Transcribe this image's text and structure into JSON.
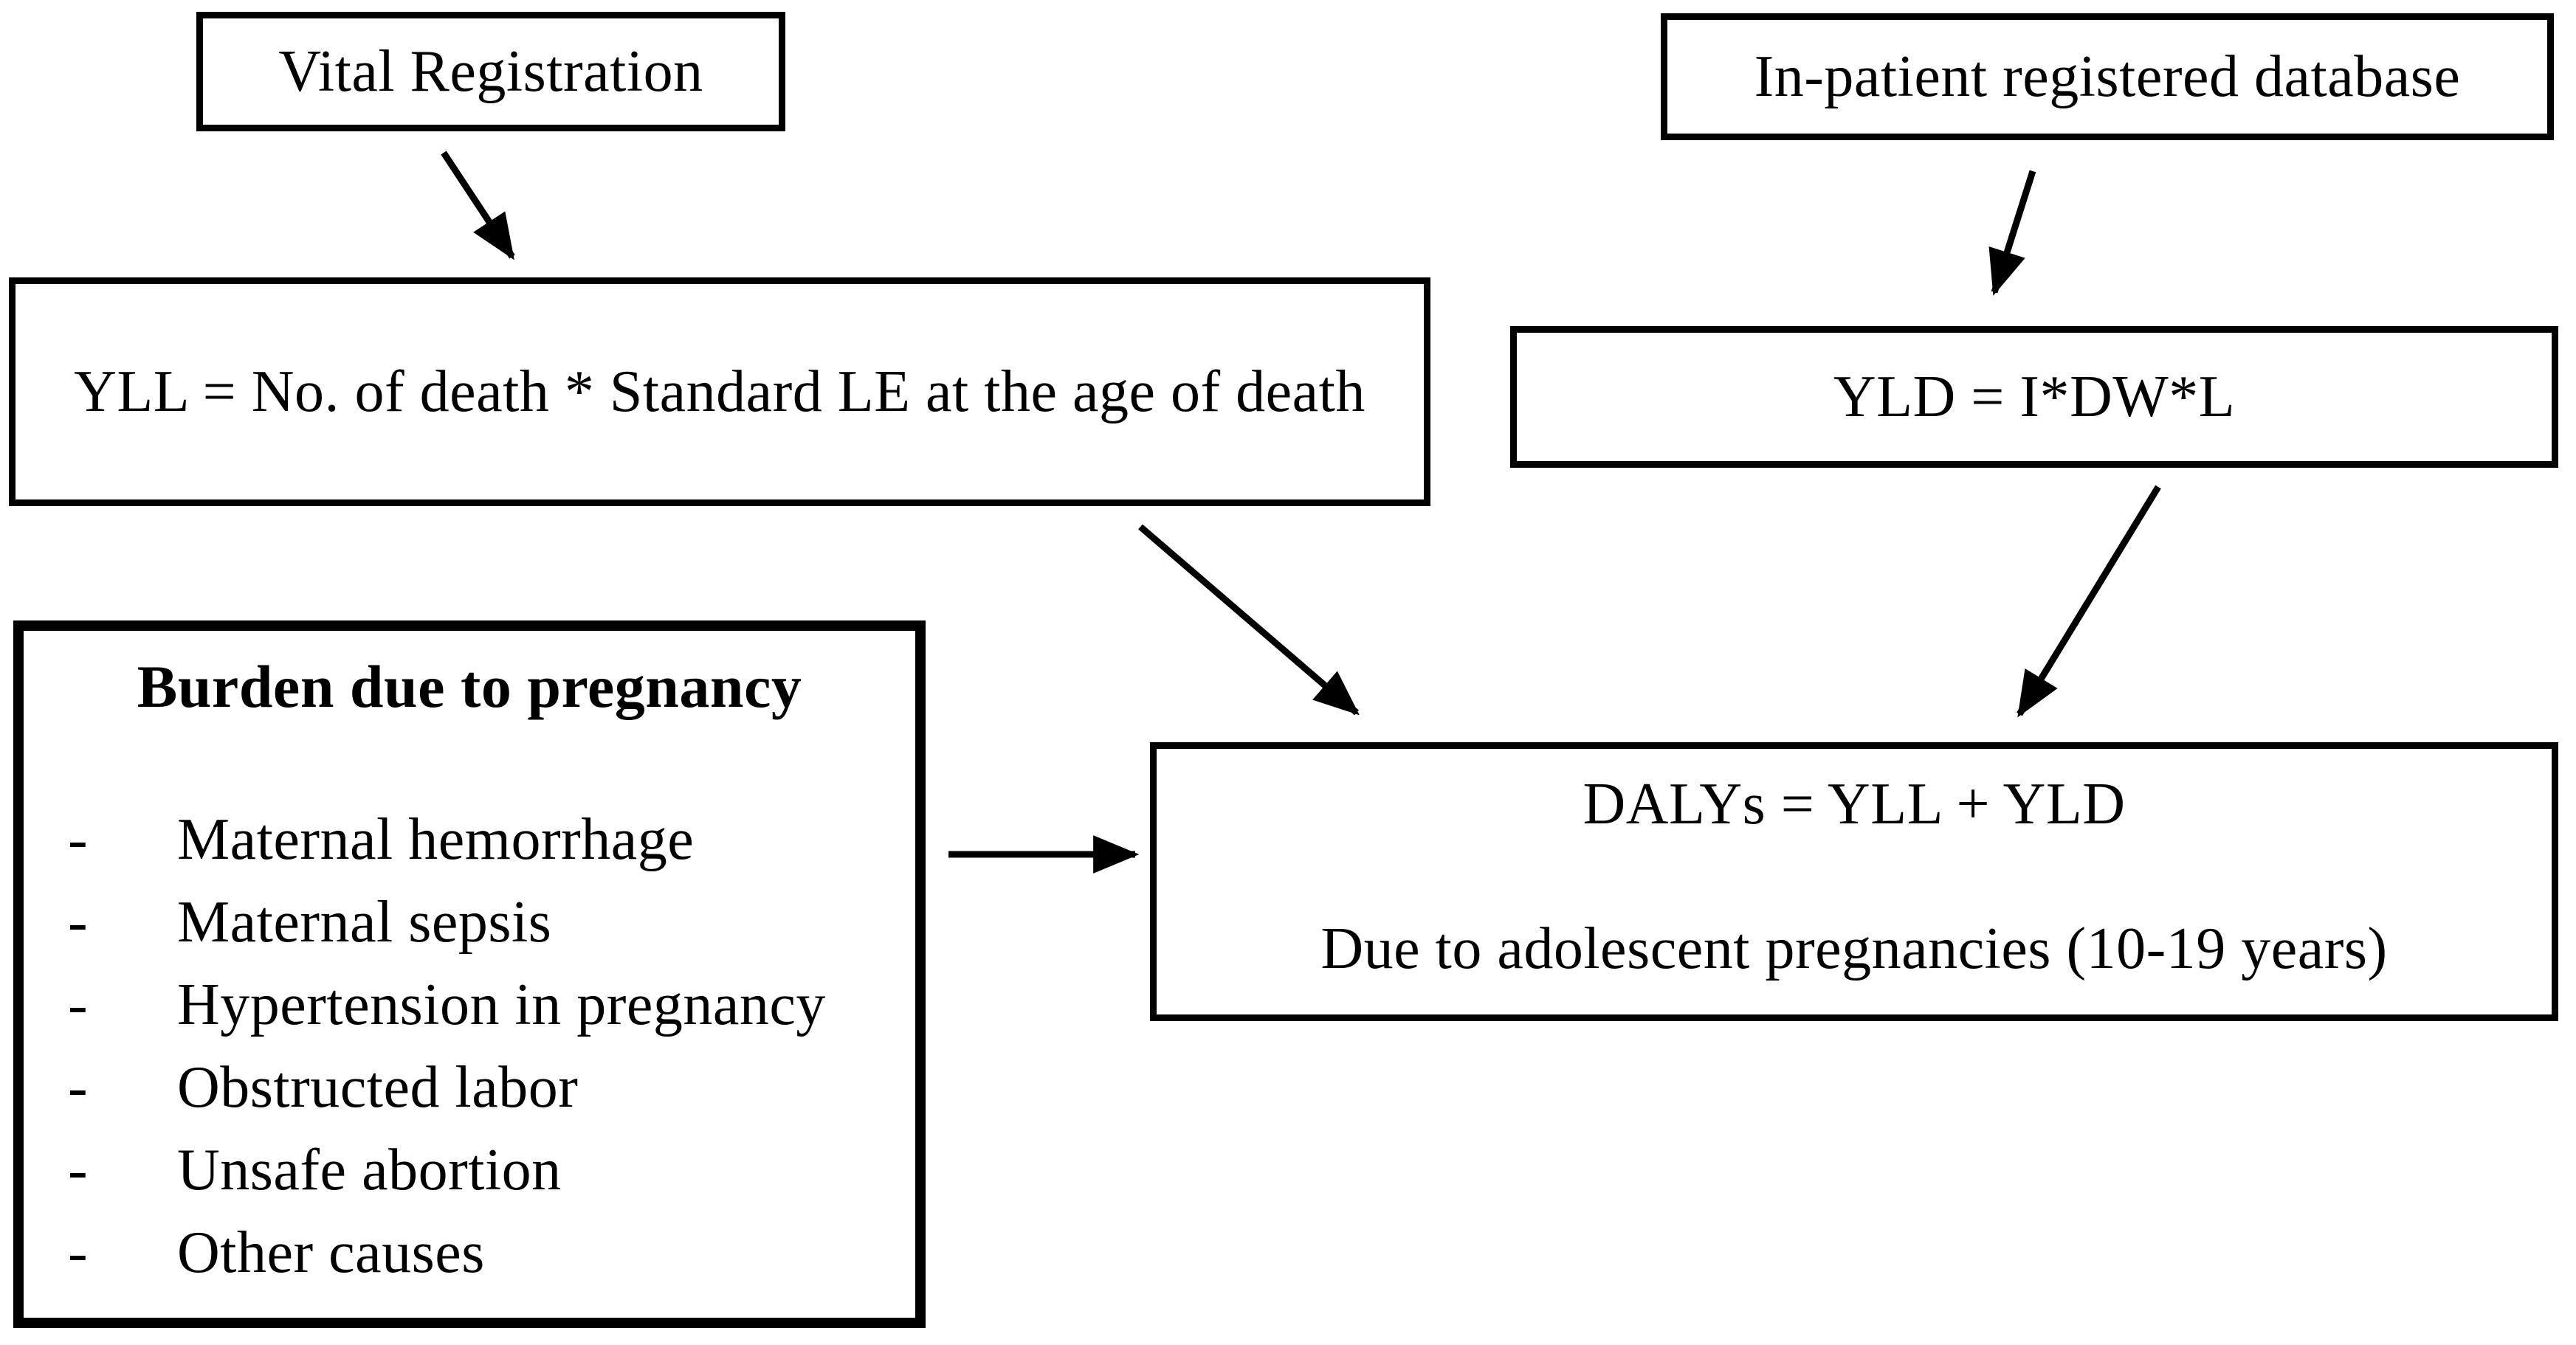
{
  "diagram": {
    "background_color": "#ffffff",
    "line_color": "#000000",
    "boxes": {
      "vital_registration": {
        "label": "Vital Registration"
      },
      "inpatient_database": {
        "label": "In-patient registered database"
      },
      "yll_formula": {
        "label": "YLL = No. of death * Standard LE at the age of death"
      },
      "yld_formula": {
        "label": "YLD = I*DW*L"
      },
      "burden": {
        "title": "Burden due to pregnancy",
        "bullet": "-",
        "items": [
          "Maternal hemorrhage",
          "Maternal sepsis",
          "Hypertension in pregnancy",
          "Obstructed labor",
          "Unsafe abortion",
          "Other causes"
        ]
      },
      "dalys": {
        "formula": "DALYs = YLL + YLD",
        "caption": "Due to adolescent pregnancies (10-19 years)"
      }
    },
    "arrows": [
      {
        "from": "vital_registration",
        "to": "yll_formula"
      },
      {
        "from": "inpatient_database",
        "to": "yld_formula"
      },
      {
        "from": "yll_formula",
        "to": "dalys"
      },
      {
        "from": "yld_formula",
        "to": "dalys"
      },
      {
        "from": "burden",
        "to": "dalys"
      }
    ]
  }
}
